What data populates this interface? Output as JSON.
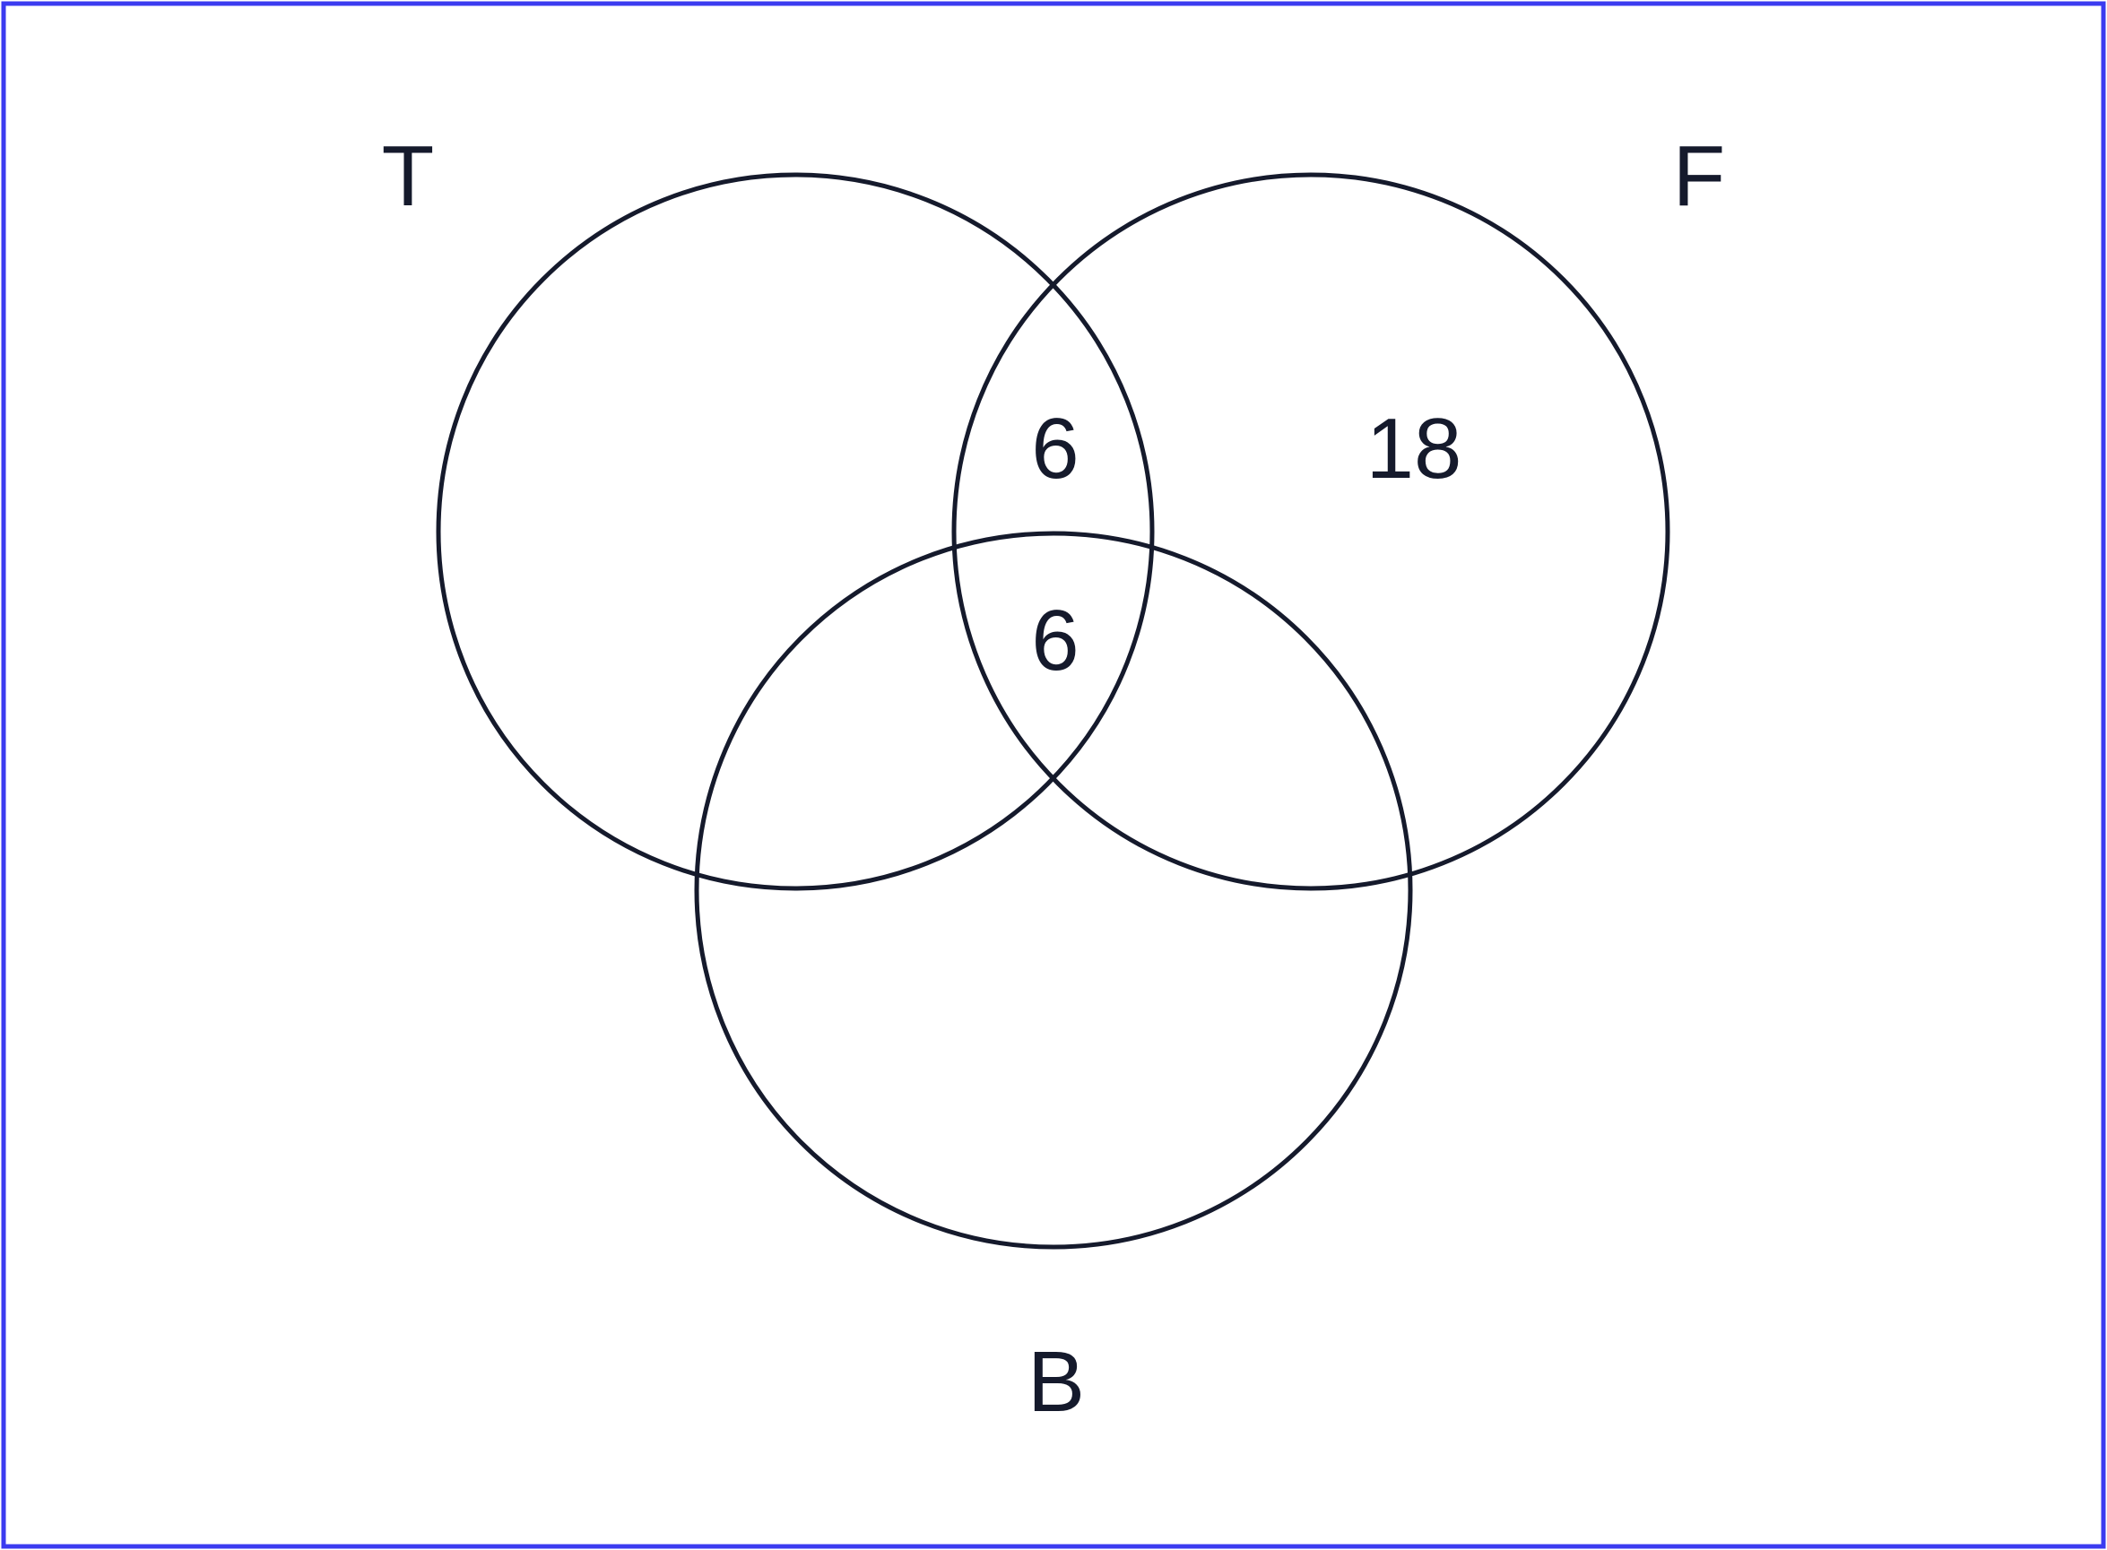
{
  "venn": {
    "sets": [
      {
        "id": "T",
        "label": "T"
      },
      {
        "id": "F",
        "label": "F"
      },
      {
        "id": "B",
        "label": "B"
      }
    ],
    "regions": [
      {
        "id": "T_and_F_only",
        "sets": [
          "T",
          "F"
        ],
        "value": "6"
      },
      {
        "id": "T_and_F_and_B",
        "sets": [
          "T",
          "F",
          "B"
        ],
        "value": "6"
      },
      {
        "id": "F_only",
        "sets": [
          "F"
        ],
        "value": "18"
      }
    ],
    "colors": {
      "border": "#3b3bf0",
      "stroke": "#151a2c",
      "background": "#ffffff"
    }
  }
}
